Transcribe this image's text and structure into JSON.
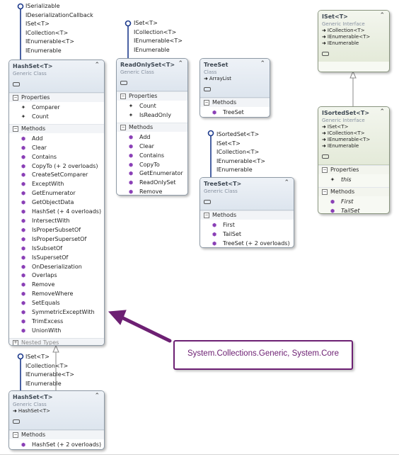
{
  "hashset": {
    "interfaces": [
      "ISerializable",
      "IDeserializationCallback",
      "ISet<T>",
      "ICollection<T>",
      "IEnumerable<T>",
      "IEnumerable"
    ],
    "title": "HashSet<T>",
    "kind": "Generic Class",
    "properties_label": "Properties",
    "properties": [
      "Comparer",
      "Count"
    ],
    "methods_label": "Methods",
    "methods": [
      "Add",
      "Clear",
      "Contains",
      "CopyTo (+ 2 overloads)",
      "CreateSetComparer",
      "ExceptWith",
      "GetEnumerator",
      "GetObjectData",
      "HashSet (+ 4 overloads)",
      "IntersectWith",
      "IsProperSubsetOf",
      "IsProperSupersetOf",
      "IsSubsetOf",
      "IsSupersetOf",
      "OnDeserialization",
      "Overlaps",
      "Remove",
      "RemoveWhere",
      "SetEquals",
      "SymmetricExceptWith",
      "TrimExcess",
      "UnionWith"
    ],
    "nested_label": "Nested Types"
  },
  "readonlyset": {
    "interfaces": [
      "ISet<T>",
      "ICollection<T>",
      "IEnumerable<T>",
      "IEnumerable"
    ],
    "title": "ReadOnlySet<T>",
    "kind": "Generic Class",
    "properties_label": "Properties",
    "properties": [
      "Count",
      "IsReadOnly"
    ],
    "methods_label": "Methods",
    "methods": [
      "Add",
      "Clear",
      "Contains",
      "CopyTo",
      "GetEnumerator",
      "ReadOnlySet",
      "Remove"
    ]
  },
  "treeset": {
    "title": "TreeSet",
    "kind": "Class",
    "inherits": "ArrayList",
    "methods_label": "Methods",
    "methods": [
      "TreeSet"
    ]
  },
  "treeset_generic": {
    "interfaces": [
      "ISortedSet<T>",
      "ISet<T>",
      "ICollection<T>",
      "IEnumerable<T>",
      "IEnumerable"
    ],
    "title": "TreeSet<T>",
    "kind": "Generic Class",
    "methods_label": "Methods",
    "methods": [
      "First",
      "TailSet",
      "TreeSet (+ 2 overloads)"
    ]
  },
  "iset": {
    "title": "ISet<T>",
    "kind": "Generic Interface",
    "inherits": [
      "ICollection<T>",
      "IEnumerable<T>",
      "IEnumerable"
    ]
  },
  "isortedset": {
    "title": "ISortedSet<T>",
    "kind": "Generic Interface",
    "inherits": [
      "ISet<T>",
      "ICollection<T>",
      "IEnumerable<T>",
      "IEnumerable"
    ],
    "properties_label": "Properties",
    "properties": [
      "this"
    ],
    "methods_label": "Methods",
    "methods": [
      "First",
      "TailSet"
    ]
  },
  "hashset_derived": {
    "interfaces": [
      "ISet<T>",
      "ICollection<T>",
      "IEnumerable<T>",
      "IEnumerable"
    ],
    "title": "HashSet<T>",
    "kind": "Generic Class",
    "inherits": "HashSet<T>",
    "methods_label": "Methods",
    "methods": [
      "HashSet (+ 2 overloads)"
    ]
  },
  "callout": {
    "text": "System.Collections.Generic, System.Core",
    "color": "#6d2073"
  },
  "icons": {
    "collapse": "chevron-double-up-icon",
    "method": "method-cube-icon",
    "property": "wrench-icon",
    "inherit": "arrow-right-icon",
    "lollipop": "interface-lollipop-icon"
  }
}
